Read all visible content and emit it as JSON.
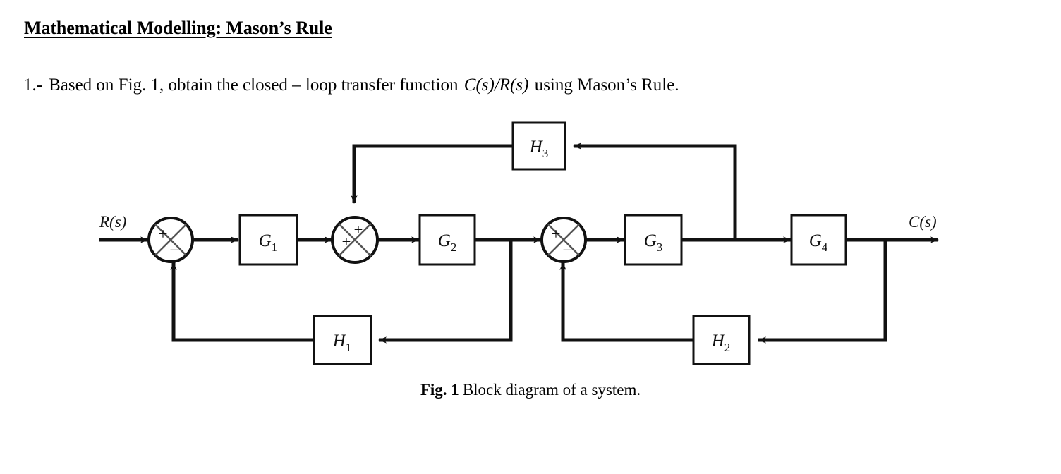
{
  "heading": {
    "title": "Mathematical Modelling: Mason’s Rule"
  },
  "problem": {
    "number": "1.-",
    "text_before": "Based on Fig. 1, obtain the closed – loop transfer function",
    "expression": "C(s)/R(s)",
    "text_after": "using Mason’s Rule."
  },
  "diagram": {
    "input_label": "R(s)",
    "output_label": "C(s)",
    "blocks": [
      {
        "id": "G1",
        "base": "G",
        "sub": "1"
      },
      {
        "id": "G2",
        "base": "G",
        "sub": "2"
      },
      {
        "id": "G3",
        "base": "G",
        "sub": "3"
      },
      {
        "id": "G4",
        "base": "G",
        "sub": "4"
      },
      {
        "id": "H1",
        "base": "H",
        "sub": "1"
      },
      {
        "id": "H2",
        "base": "H",
        "sub": "2"
      },
      {
        "id": "H3",
        "base": "H",
        "sub": "3"
      }
    ],
    "summing_junctions": [
      {
        "id": "SJ1",
        "left_sign": "+",
        "bottom_sign": "−"
      },
      {
        "id": "SJ2",
        "left_sign": "+",
        "top_sign": "+"
      },
      {
        "id": "SJ3",
        "left_sign": "+",
        "bottom_sign": "−"
      }
    ],
    "line_color": "#111111"
  },
  "caption": {
    "figure_number": "Fig. 1",
    "text": "Block diagram of a system."
  }
}
